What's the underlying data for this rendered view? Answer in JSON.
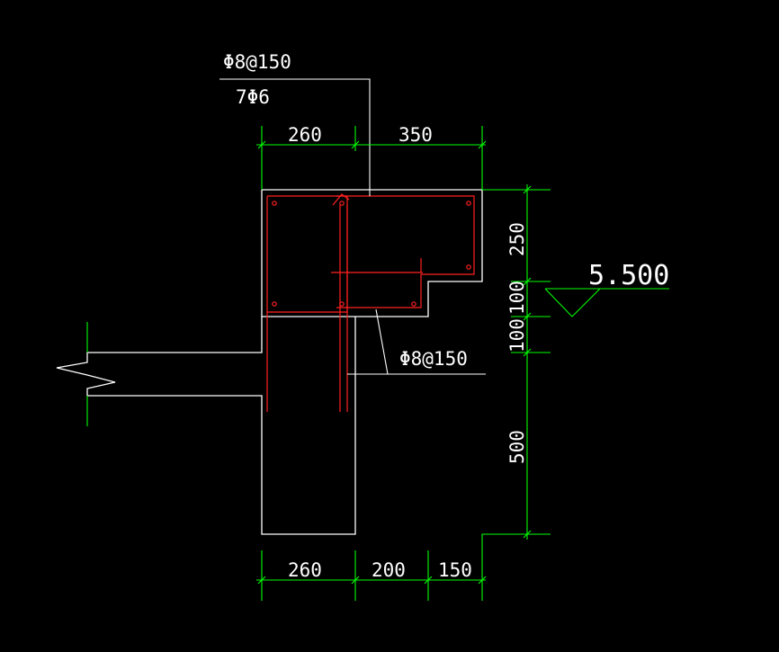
{
  "colors": {
    "background": "#000000",
    "outline": "#ffffff",
    "rebar": "#ff2020",
    "dimension": "#00ff00",
    "text": "#ffffff"
  },
  "labels": {
    "top_leader_line1": "Φ8@150",
    "top_leader_line2": "7Φ6",
    "bottom_leader": "Φ8@150",
    "elevation": "5.500"
  },
  "dimensions": {
    "top": [
      "260",
      "350"
    ],
    "bottom": [
      "260",
      "200",
      "150"
    ],
    "right": [
      "250",
      "100",
      "100",
      "500"
    ]
  }
}
